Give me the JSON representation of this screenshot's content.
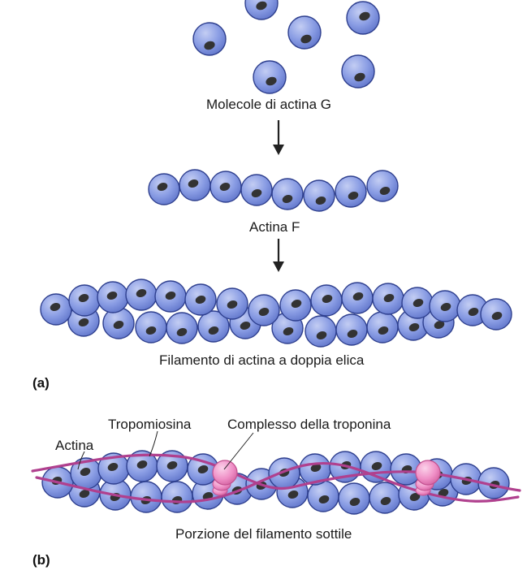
{
  "panel_a": {
    "label": "(a)",
    "g_actin_caption": "Molecole di actina G",
    "f_actin_caption": "Actina F",
    "double_helix_caption": "Filamento di actina a doppia elica"
  },
  "panel_b": {
    "label": "(b)",
    "actin_label": "Actina",
    "tropomyosin_label": "Tropomiosina",
    "troponin_label": "Complesso della troponina",
    "thin_filament_caption": "Porzione del filamento sottile"
  },
  "colors": {
    "actin_fill": "#7f93e0",
    "actin_highlight": "#c3cdf3",
    "actin_edge": "#2e3f8e",
    "actin_core": "#333333",
    "tropomyosin": "#b0408e",
    "troponin": "#ef8fc6",
    "arrow": "#222222"
  }
}
